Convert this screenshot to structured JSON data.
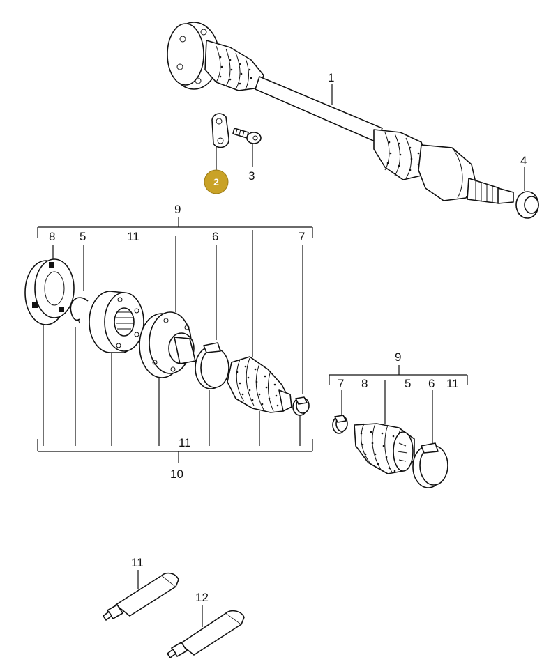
{
  "diagram": {
    "callouts": {
      "c1": "1",
      "c2": "2",
      "c3": "3",
      "c4": "4",
      "top9": "9",
      "top8": "8",
      "top5": "5",
      "top11": "11",
      "top6": "6",
      "top7": "7",
      "low11": "11",
      "low10": "10",
      "r9": "9",
      "r7": "7",
      "r8": "8",
      "r5": "5",
      "r6": "6",
      "r11": "11",
      "tube11": "11",
      "tube12": "12"
    },
    "highlight_color": "#C9A227",
    "highlighted_part": "2"
  }
}
